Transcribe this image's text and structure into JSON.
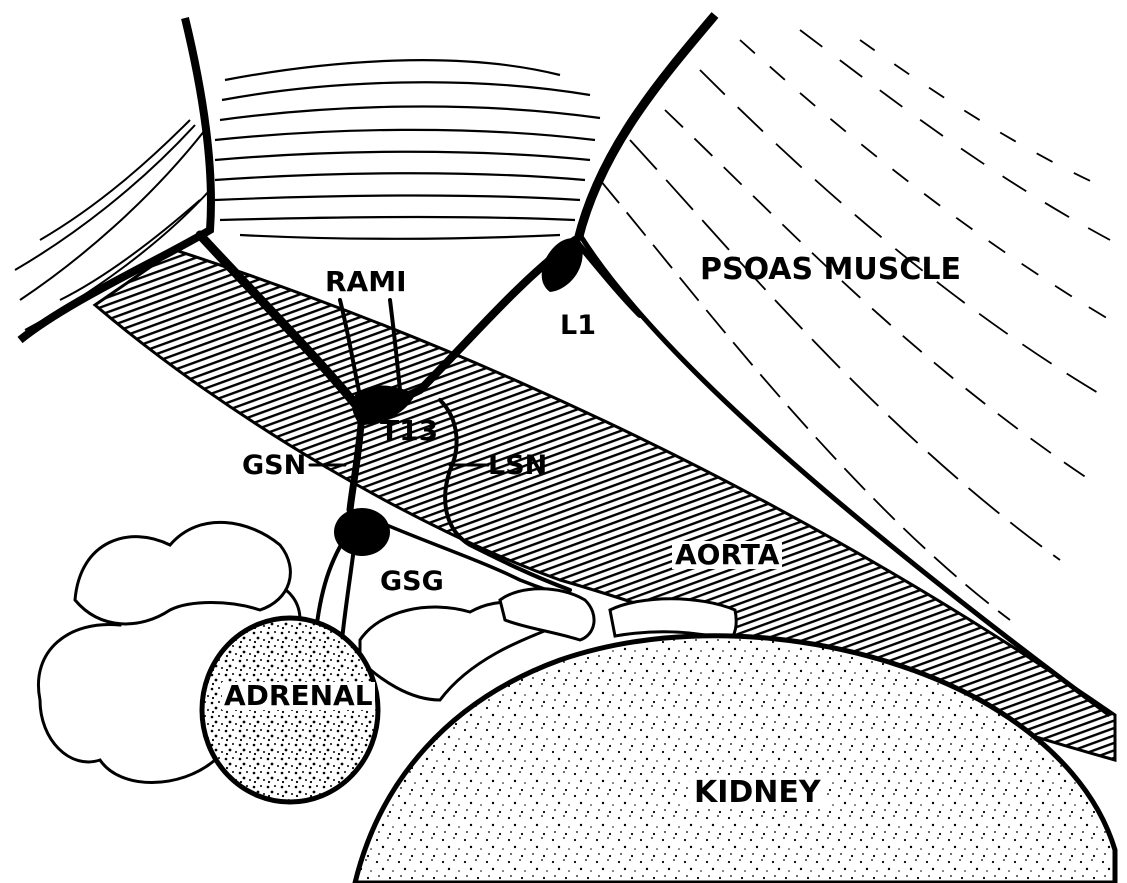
{
  "labels": {
    "psoas": "PSOAS MUSCLE",
    "rami": "RAMI",
    "l1": "L1",
    "t13": "T13",
    "gsn": "GSN",
    "lsn": "LSN",
    "aorta": "AORTA",
    "gsg": "GSG",
    "adrenal": "ADRENAL",
    "kidney": "KIDNEY"
  },
  "colors": {
    "ink": "#000000",
    "paper": "#ffffff"
  }
}
